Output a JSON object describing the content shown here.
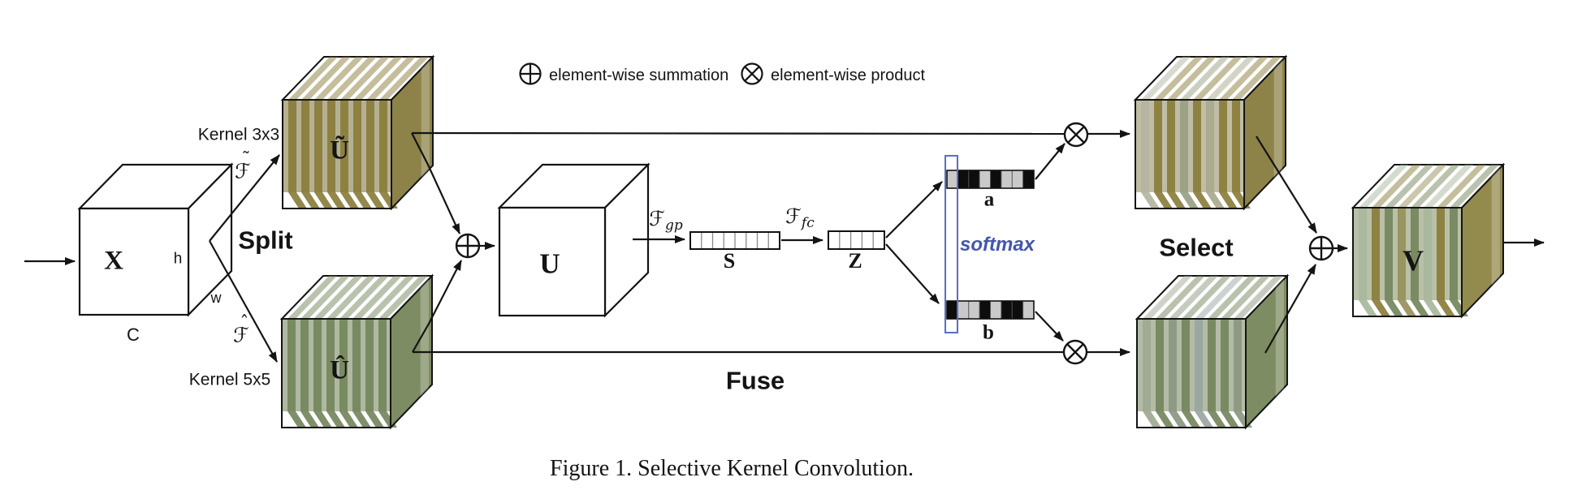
{
  "figure_caption": "Figure 1. Selective Kernel Convolution.",
  "legend": {
    "summation": {
      "icon": "circle-plus-icon",
      "label": "element-wise summation"
    },
    "product": {
      "icon": "circle-times-icon",
      "label": "element-wise product"
    }
  },
  "stages": {
    "split": "Split",
    "fuse": "Fuse",
    "select": "Select"
  },
  "input": {
    "tensor": "X",
    "height_label": "h",
    "width_label": "w",
    "channel_label": "C"
  },
  "branches": {
    "top": {
      "kernel": "Kernel 3x3",
      "transform_base": "ℱ",
      "transform_accent": "˜",
      "feature_map": "Ũ"
    },
    "bottom": {
      "kernel": "Kernel 5x5",
      "transform_base": "ℱ",
      "transform_accent": "ˆ",
      "feature_map": "Û"
    }
  },
  "fuse": {
    "sum_tensor": "U",
    "gp": {
      "base": "ℱ",
      "sub": "gp"
    },
    "fc": {
      "base": "ℱ",
      "sub": "fc"
    },
    "s_vector": {
      "label": "S",
      "cells": 8
    },
    "z_vector": {
      "label": "Z",
      "cells": 5
    }
  },
  "select": {
    "softmax_label": "softmax",
    "a_vector": {
      "label": "a",
      "pattern": [
        "light",
        "dark",
        "dark",
        "light",
        "dark",
        "light",
        "light",
        "dark"
      ]
    },
    "b_vector": {
      "label": "b",
      "pattern": [
        "dark",
        "light",
        "light",
        "dark",
        "light",
        "dark",
        "dark",
        "light"
      ]
    }
  },
  "output": {
    "tensor": "V"
  },
  "colors": {
    "line": "#141414",
    "softmax_box": "#5b6fc0",
    "softmax_text": "#4456ab",
    "cell_dark": "#0d0d0d",
    "cell_light": "#c9c9c9",
    "stacks": {
      "olive": {
        "slabs": [
          "#8a7d3b",
          "#8a7d3b",
          "#8a7d3b",
          "#8a7d3b",
          "#8a7d3b",
          "#8a7d3b",
          "#8a7d3b",
          "#8a7d3b"
        ],
        "base": "#b6b092",
        "face": "#8d8349"
      },
      "green": {
        "slabs": [
          "#74855c",
          "#74855c",
          "#74855c",
          "#74855c",
          "#74855c",
          "#74855c",
          "#74855c",
          "#74855c"
        ],
        "base": "#aeb9a0",
        "face": "#7d8c62"
      },
      "mixA": {
        "slabs": [
          "#b4b4a2",
          "#8a7d3b",
          "#8a7d3b",
          "#98a083",
          "#8a7d3b",
          "#aaa98e",
          "#8a7d3b",
          "#8a7d3b"
        ],
        "base": "#c0bda6",
        "face": "#8d8349"
      },
      "mixB": {
        "slabs": [
          "#9fa893",
          "#74855c",
          "#8b9780",
          "#74855c",
          "#9aa5a2",
          "#74855c",
          "#74855c",
          "#8b9780"
        ],
        "base": "#b3bca7",
        "face": "#7d8c62"
      },
      "mixV": {
        "slabs": [
          "#a8b79c",
          "#8a7d3b",
          "#74855c",
          "#97905a",
          "#74855c",
          "#a8b79c",
          "#8a7d3b",
          "#74855c"
        ],
        "base": "#b9c0a8",
        "face": "#938a4e"
      }
    }
  }
}
